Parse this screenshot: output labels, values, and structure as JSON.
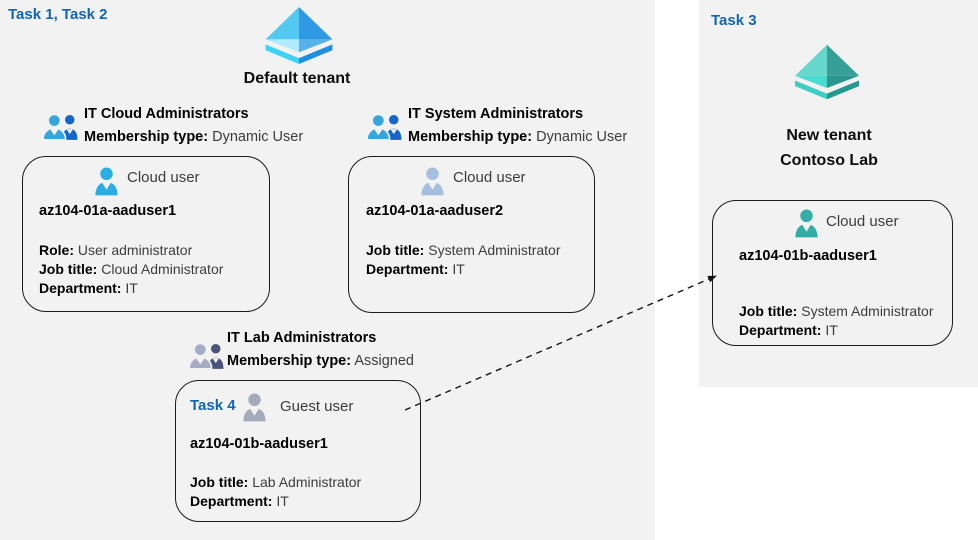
{
  "labels": {
    "task12": "Task 1, Task 2",
    "task3": "Task 3",
    "task4": "Task 4"
  },
  "default_tenant": {
    "title": "Default tenant"
  },
  "new_tenant": {
    "line1": "New tenant",
    "line2": "Contoso Lab"
  },
  "groups": [
    {
      "title": "IT Cloud Administrators",
      "membership_label": "Membership type:",
      "membership_value": "Dynamic User"
    },
    {
      "title": "IT System Administrators",
      "membership_label": "Membership type:",
      "membership_value": "Dynamic User"
    },
    {
      "title": "IT Lab Administrators",
      "membership_label": "Membership type:",
      "membership_value": "Assigned"
    }
  ],
  "cards": [
    {
      "user_type": "Cloud user",
      "username": "az104-01a-aaduser1",
      "fields": [
        {
          "label": "Role:",
          "value": "User administrator"
        },
        {
          "label": "Job title:",
          "value": "Cloud Administrator"
        },
        {
          "label": "Department:",
          "value": "IT"
        }
      ]
    },
    {
      "user_type": "Cloud user",
      "username": "az104-01a-aaduser2",
      "fields": [
        {
          "label": "Job title:",
          "value": "System Administrator"
        },
        {
          "label": "Department:",
          "value": "IT"
        }
      ]
    },
    {
      "user_type": "Guest user",
      "username": "az104-01b-aaduser1",
      "fields": [
        {
          "label": "Job title:",
          "value": "Lab Administrator"
        },
        {
          "label": "Department:",
          "value": "IT"
        }
      ]
    },
    {
      "user_type": "Cloud user",
      "username": "az104-01b-aaduser1",
      "fields": [
        {
          "label": "Job title:",
          "value": "System Administrator"
        },
        {
          "label": "Department:",
          "value": "IT"
        }
      ]
    }
  ],
  "colors": {
    "section_bg": "#f2f2f2",
    "task_blue": "#1066b2",
    "card_border": "#1a1a1a",
    "arrow": "#141414",
    "blue_icon": {
      "ul": "#53c9f1",
      "ur": "#2f99e5",
      "ll": "#b0eafb",
      "lr": "#57b2ec",
      "base_l": "#3fd2f7",
      "base_r": "#1f90e1"
    },
    "teal_icon": {
      "ul": "#67d7ce",
      "ur": "#379f98",
      "ll": "#4adbd0",
      "lr": "#2b968e",
      "base_l": "#3ecfc4",
      "base_r": "#23988f"
    },
    "group_blue": {
      "front": "#36a6dc",
      "back": "#1467c8"
    },
    "group_gray": {
      "front": "#a6abc6",
      "back": "#49527a"
    },
    "user_cloud_blue": "#2aace4",
    "user_cloud_pale": "#a4c0de",
    "user_guest_gray": "#a4aaba",
    "user_cloud_teal": "#33aea6"
  }
}
